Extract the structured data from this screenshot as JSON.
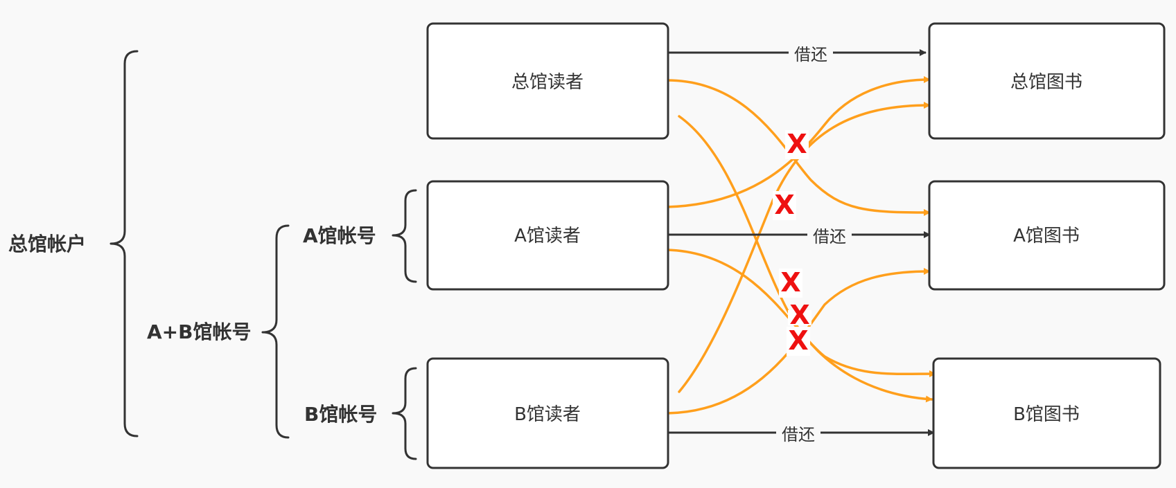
{
  "colors": {
    "allowed_edge": "#333333",
    "blocked_edge": "#ff9f1c",
    "blocked_mark": "#ee1111",
    "node_fill": "#ffffff",
    "node_border": "#333333"
  },
  "groups": {
    "hq_account": "总馆帐户",
    "ab_account": "A+B馆帐号",
    "a_account": "A馆帐号",
    "b_account": "B馆帐号"
  },
  "readers": {
    "hq": "总馆读者",
    "a": "A馆读者",
    "b": "B馆读者"
  },
  "books": {
    "hq": "总馆图书",
    "a": "A馆图书",
    "b": "B馆图书"
  },
  "edges": {
    "borrow_label": "借还",
    "blocked_marks": [
      "X",
      "X",
      "X",
      "X",
      "X"
    ]
  }
}
